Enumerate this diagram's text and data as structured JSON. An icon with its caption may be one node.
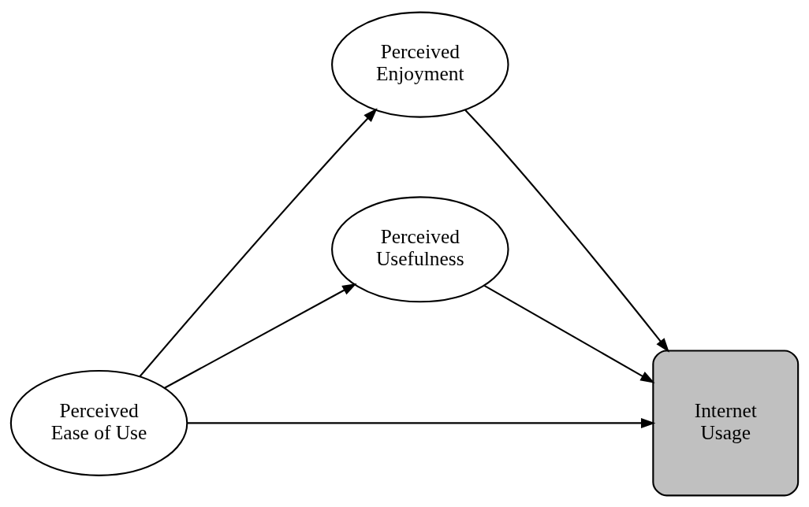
{
  "diagram": {
    "nodes": [
      {
        "text": [
          "Perceived Ease of Use"
        ]
      },
      {
        "text": [
          "Perceived Enjoyment"
        ]
      },
      {
        "text": [
          "Perceived Usefulness"
        ]
      },
      {
        "text": [
          "Internet Usage"
        ]
      }
    ],
    "edges": [
      {
        "from": 0,
        "to": 1,
        "arrow": "to"
      },
      {
        "from": 0,
        "to": 3,
        "arrow": "to"
      },
      {
        "from": 0,
        "to": 2,
        "arrow": "to"
      },
      {
        "from": 1,
        "to": 3,
        "arrow": "to"
      },
      {
        "from": 2,
        "to": 3,
        "arrow": "to"
      }
    ]
  }
}
